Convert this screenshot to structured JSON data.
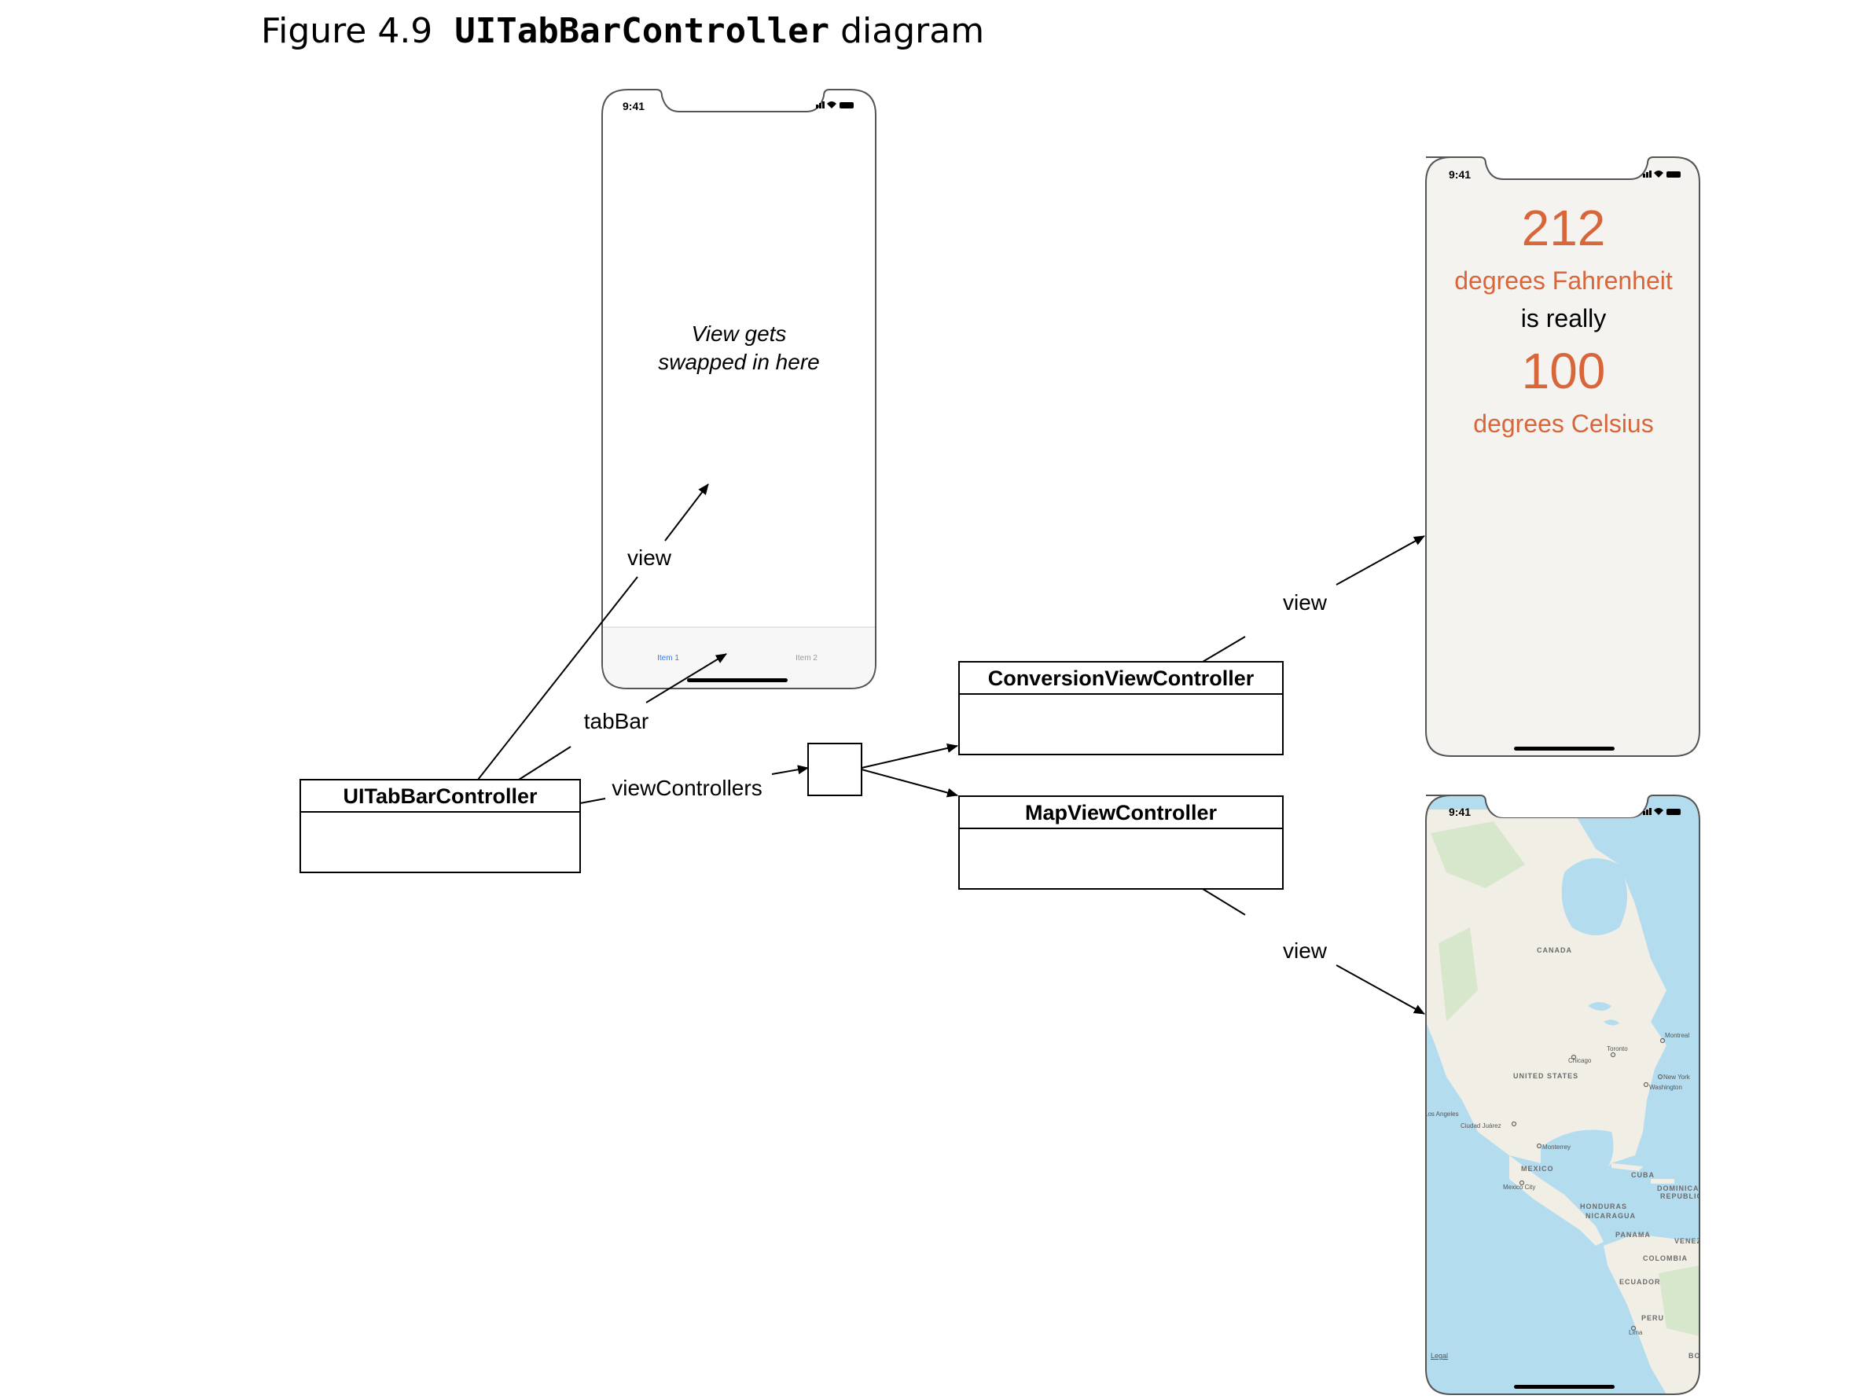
{
  "caption": {
    "figure": "Figure 4.9",
    "code": "UITabBarController",
    "rest": "diagram"
  },
  "classes": {
    "tabbar_controller": "UITabBarController",
    "conversion_controller": "ConversionViewController",
    "map_controller": "MapViewController"
  },
  "relations": {
    "view_main": "view",
    "tabbar": "tabBar",
    "view_controllers": "viewControllers",
    "view_conversion": "view",
    "view_map": "view"
  },
  "phones": {
    "status_time": "9:41",
    "center": {
      "placeholder_line1": "View gets",
      "placeholder_line2": "swapped in here",
      "tab_item1": "Item 1",
      "tab_item2": "Item 2"
    },
    "conversion": {
      "fahrenheit_value": "212",
      "fahrenheit_label": "degrees Fahrenheit",
      "is_really": "is really",
      "celsius_value": "100",
      "celsius_label": "degrees Celsius"
    },
    "map": {
      "labels": [
        "CANADA",
        "UNITED STATES",
        "MEXICO",
        "CUBA",
        "DOMINICAN",
        "REPUBLIC",
        "HONDURAS",
        "NICARAGUA",
        "PANAMA",
        "VENEZ",
        "COLOMBIA",
        "ECUADOR",
        "PERU",
        "BO"
      ],
      "cities": [
        "Montreal",
        "Toronto",
        "Chicago",
        "New York",
        "Washington",
        "Los Angeles",
        "Ciudad Juárez",
        "Monterrey",
        "Mexico City",
        "Lima"
      ],
      "legal": "Legal"
    }
  },
  "colors": {
    "accent_orange": "#d9663a",
    "tab_blue": "#3478f6",
    "map_water": "#b3dcef",
    "map_land": "#f1eee6",
    "phone_bg_conversion": "#f4f3ef"
  }
}
